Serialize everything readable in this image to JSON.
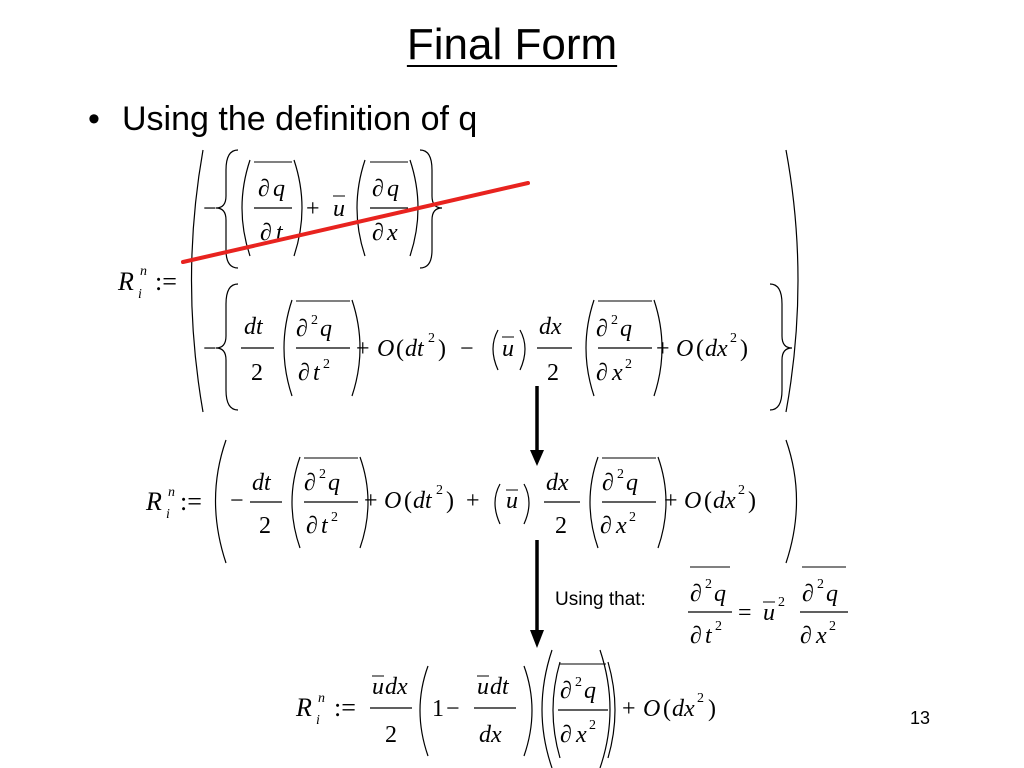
{
  "slide": {
    "title": "Final Form",
    "bullet_text": "Using the definition of q",
    "using_that_label": "Using that:",
    "page_number": "13"
  },
  "annotations": {
    "strikethrough_color": "#e8231f",
    "arrow_color": "#000000"
  },
  "equations": {
    "eq1": "R_i^n := ( -{ (∂q/∂t)‾ + ū (∂q/∂x)‾ } ; -{ (dt/2)(∂²q/∂t²)‾ + O(dt²) - (ū)(dx/2)(∂²q/∂x²)‾ + O(dx²) } )",
    "eq2": "R_i^n := ( -(dt/2)(∂²q/∂t²)‾ + O(dt²) + (ū)(dx/2)(∂²q/∂x²)‾ + O(dx²) )",
    "identity": "(∂²q/∂t²)‾ = ū² (∂²q/∂x²)‾",
    "eq3": "R_i^n := (ū dx/2)(1 - ū dt/dx)(∂²q/∂x²)‾ + O(dx²)"
  }
}
